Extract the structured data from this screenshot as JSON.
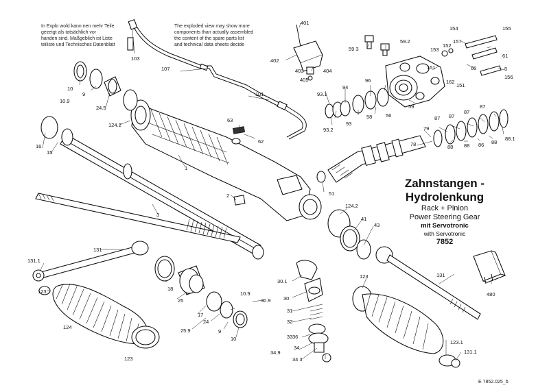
{
  "notes": {
    "left": "In Explo wold kann nen mehr Teile\ngezeigt als tatsächlich vor\nhanden sind. Maßgeblich ist Liste\nteiliste und Technisches Datenblatt",
    "right": "The exploded view may show more\ncomponents than actually assembled\nthe content of the spare parts list\nand technical data sheets decide"
  },
  "title": {
    "line1": "Zahnstangen -",
    "line2": "Hydrolenkung",
    "en1": "Rack + Pinion",
    "en2": "Power Steering Gear",
    "mit": "mit Servotronic",
    "with": "with Servotronic",
    "model": "7852"
  },
  "reference": "E 7852.025_b",
  "part_labels": [
    {
      "id": "p103",
      "text": "103"
    },
    {
      "id": "p107",
      "text": "107"
    },
    {
      "id": "p401",
      "text": "401"
    },
    {
      "id": "p402",
      "text": "402"
    },
    {
      "id": "p403",
      "text": "403"
    },
    {
      "id": "p404",
      "text": "404"
    },
    {
      "id": "p405",
      "text": "405"
    },
    {
      "id": "p593",
      "text": "59 3"
    },
    {
      "id": "p592",
      "text": "59.2"
    },
    {
      "id": "p154",
      "text": "154"
    },
    {
      "id": "p155",
      "text": "155"
    },
    {
      "id": "p153",
      "text": "153"
    },
    {
      "id": "p152",
      "text": "152"
    },
    {
      "id": "p157",
      "text": "157"
    },
    {
      "id": "p61",
      "text": "61"
    },
    {
      "id": "p151a",
      "text": "151"
    },
    {
      "id": "p60",
      "text": "60"
    },
    {
      "id": "p5",
      "text": "5"
    },
    {
      "id": "p156",
      "text": "156"
    },
    {
      "id": "p151b",
      "text": "151"
    },
    {
      "id": "p162",
      "text": "162"
    },
    {
      "id": "p10a",
      "text": "10"
    },
    {
      "id": "p9a",
      "text": "9"
    },
    {
      "id": "p109a",
      "text": "10.9"
    },
    {
      "id": "p245",
      "text": "24.5"
    },
    {
      "id": "p101",
      "text": "101"
    },
    {
      "id": "p931",
      "text": "93.1"
    },
    {
      "id": "p94",
      "text": "94"
    },
    {
      "id": "p96",
      "text": "96"
    },
    {
      "id": "p59",
      "text": "59"
    },
    {
      "id": "p93",
      "text": "93"
    },
    {
      "id": "p58",
      "text": "58"
    },
    {
      "id": "p56",
      "text": "56"
    },
    {
      "id": "p1242a",
      "text": "124.2"
    },
    {
      "id": "p63",
      "text": "63"
    },
    {
      "id": "p62",
      "text": "62"
    },
    {
      "id": "p932",
      "text": "93.2"
    },
    {
      "id": "p79",
      "text": "79"
    },
    {
      "id": "p87a",
      "text": "87"
    },
    {
      "id": "p87b",
      "text": "87"
    },
    {
      "id": "p87c",
      "text": "87"
    },
    {
      "id": "p87d",
      "text": "87"
    },
    {
      "id": "p78",
      "text": "78"
    },
    {
      "id": "p88a",
      "text": "88"
    },
    {
      "id": "p88b",
      "text": "88"
    },
    {
      "id": "p86",
      "text": "86"
    },
    {
      "id": "p88c",
      "text": "88"
    },
    {
      "id": "p881",
      "text": "88.1"
    },
    {
      "id": "p16",
      "text": "16"
    },
    {
      "id": "p15",
      "text": "15"
    },
    {
      "id": "p1",
      "text": "1"
    },
    {
      "id": "p51",
      "text": "51"
    },
    {
      "id": "p2",
      "text": "2"
    },
    {
      "id": "p3",
      "text": "3"
    },
    {
      "id": "p1242b",
      "text": "124.2"
    },
    {
      "id": "p41",
      "text": "41"
    },
    {
      "id": "p43",
      "text": "43"
    },
    {
      "id": "p131a",
      "text": "131"
    },
    {
      "id": "p1311a",
      "text": "131.1"
    },
    {
      "id": "p123a",
      "text": "123"
    },
    {
      "id": "p18",
      "text": "18"
    },
    {
      "id": "p25",
      "text": "25"
    },
    {
      "id": "p17",
      "text": "17"
    },
    {
      "id": "p24",
      "text": "24"
    },
    {
      "id": "p259",
      "text": "25.9"
    },
    {
      "id": "p9b",
      "text": "9"
    },
    {
      "id": "p10b",
      "text": "10"
    },
    {
      "id": "p109b",
      "text": "10.9"
    },
    {
      "id": "p309",
      "text": "30.9"
    },
    {
      "id": "p124",
      "text": "124"
    },
    {
      "id": "p123b",
      "text": "123"
    },
    {
      "id": "p301",
      "text": "30.1"
    },
    {
      "id": "p30",
      "text": "30"
    },
    {
      "id": "p31",
      "text": "31"
    },
    {
      "id": "p32",
      "text": "32"
    },
    {
      "id": "p33",
      "text": "33"
    },
    {
      "id": "p36",
      "text": "36"
    },
    {
      "id": "p349",
      "text": "34.9"
    },
    {
      "id": "p34",
      "text": "34"
    },
    {
      "id": "p343",
      "text": "34 3"
    },
    {
      "id": "p123c",
      "text": "123"
    },
    {
      "id": "p131b",
      "text": "131"
    },
    {
      "id": "p480",
      "text": "480"
    },
    {
      "id": "p1231",
      "text": "123.1"
    },
    {
      "id": "p1311b",
      "text": "131.1"
    }
  ]
}
